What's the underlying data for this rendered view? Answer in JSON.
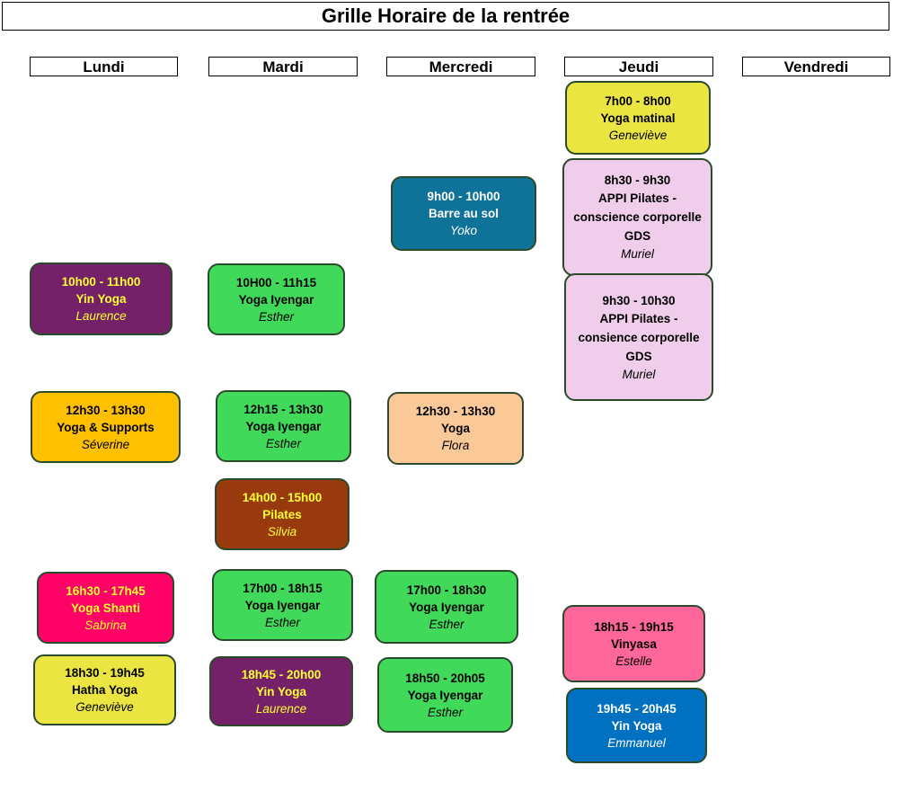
{
  "title": "Grille Horaire de la rentrée",
  "days": [
    "Lundi",
    "Mardi",
    "Mercredi",
    "Jeudi",
    "Vendredi"
  ],
  "classes": {
    "lun_1": {
      "time": "10h00 - 11h00",
      "name": "Yin Yoga",
      "person": "Laurence",
      "bg": "#752169",
      "color": "#ffff33"
    },
    "lun_2": {
      "time": "12h30 - 13h30",
      "name": "Yoga & Supports",
      "person": "Séverine",
      "bg": "#ffc000",
      "color": "#000000"
    },
    "lun_3": {
      "time": "16h30 - 17h45",
      "name": "Yoga Shanti",
      "person": "Sabrina",
      "bg": "#ff0066",
      "color": "#ffff33"
    },
    "lun_4": {
      "time": "18h30 - 19h45",
      "name": "Hatha Yoga",
      "person": "Geneviève",
      "bg": "#ebe541",
      "color": "#000000"
    },
    "mar_1": {
      "time": "10H00 - 11h15",
      "name": "Yoga Iyengar",
      "person": "Esther",
      "bg": "#41d95a",
      "color": "#000000"
    },
    "mar_2": {
      "time": "12h15 - 13h30",
      "name": "Yoga Iyengar",
      "person": "Esther",
      "bg": "#41d95a",
      "color": "#000000"
    },
    "mar_3": {
      "time": "14h00 - 15h00",
      "name": "Pilates",
      "person": "Silvia",
      "bg": "#983a0e",
      "color": "#ffff33"
    },
    "mar_4": {
      "time": "17h00 - 18h15",
      "name": "Yoga Iyengar",
      "person": "Esther",
      "bg": "#41d95a",
      "color": "#000000"
    },
    "mar_5": {
      "time": "18h45 - 20h00",
      "name": "Yin Yoga",
      "person": "Laurence",
      "bg": "#752169",
      "color": "#ffff33"
    },
    "mer_1": {
      "time": "9h00 - 10h00",
      "name": "Barre au sol",
      "person": "Yoko",
      "bg": "#0e7299",
      "color": "#ffffff"
    },
    "mer_2": {
      "time": "12h30 - 13h30",
      "name": "Yoga",
      "person": "Flora",
      "bg": "#fbc998",
      "color": "#000000"
    },
    "mer_3": {
      "time": "17h00 - 18h30",
      "name": "Yoga Iyengar",
      "person": "Esther",
      "bg": "#41d95a",
      "color": "#000000"
    },
    "mer_4": {
      "time": "18h50 - 20h05",
      "name": "Yoga Iyengar",
      "person": "Esther",
      "bg": "#41d95a",
      "color": "#000000"
    },
    "jeu_1": {
      "time": "7h00 - 8h00",
      "name": "Yoga matinal",
      "person": "Geneviève",
      "bg": "#ebe541",
      "color": "#000000"
    },
    "jeu_2": {
      "time": "8h30 - 9h30",
      "name": "APPI Pilates - conscience corporelle GDS",
      "person": "Muriel",
      "bg": "#f0cdea",
      "color": "#000000"
    },
    "jeu_3": {
      "time": "9h30 - 10h30",
      "name": "APPI Pilates - consience corporelle GDS",
      "person": "Muriel",
      "bg": "#f0cdea",
      "color": "#000000"
    },
    "jeu_4": {
      "time": "18h15 - 19h15",
      "name": "Vinyasa",
      "person": "Estelle",
      "bg": "#ff6699",
      "color": "#000000"
    },
    "jeu_5": {
      "time": "19h45 - 20h45",
      "name": "Yin Yoga",
      "person": "Emmanuel",
      "bg": "#0070c0",
      "color": "#ffffff"
    }
  }
}
